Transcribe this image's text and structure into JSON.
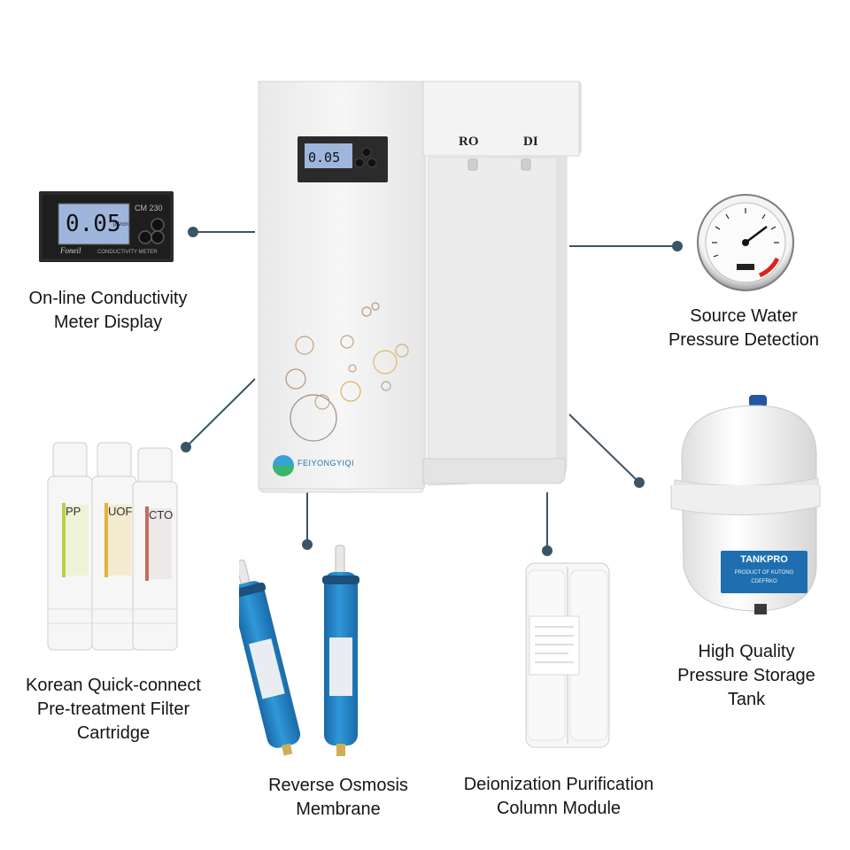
{
  "colors": {
    "connector": "#3b5566",
    "lcd_screen": "#9fb6dc",
    "meter_body": "#2a2a2a",
    "membrane_blue": "#1f7fc0",
    "tank_badge": "#1f6fb0",
    "machine_body": "#f1f1f1"
  },
  "main_unit": {
    "outlet_ro": "RO",
    "outlet_di": "DI",
    "display_value": "0.05",
    "brand_text": "FEIYONGYIQI"
  },
  "meter_closeup": {
    "reading": "0.05",
    "model": "CM 230",
    "unit": "µS/cm",
    "brand": "Foneil",
    "footer": "CONDUCTIVITY METER"
  },
  "filters": {
    "labels": [
      "PP",
      "UOF",
      "CTO"
    ]
  },
  "tank": {
    "badge": "TANKPRO",
    "sub1": "PRODUCT OF KUTONG",
    "sub2": "CDEFRKO"
  },
  "icons": [
    "conductivity-meter-icon",
    "pressure-gauge-icon",
    "filter-cartridges-icon",
    "ro-membrane-icon",
    "deionization-column-icon",
    "pressure-tank-icon"
  ],
  "captions": {
    "meter": {
      "line1": "On-line Conductivity",
      "line2": "Meter Display"
    },
    "gauge": {
      "line1": "Source Water",
      "line2": "Pressure Detection"
    },
    "tank": {
      "line1": "High Quality",
      "line2": "Pressure Storage",
      "line3": "Tank"
    },
    "filters": {
      "line1": "Korean Quick-connect",
      "line2": "Pre-treatment Filter",
      "line3": "Cartridge"
    },
    "membrane": {
      "line1": "Reverse Osmosis",
      "line2": "Membrane"
    },
    "column": {
      "line1": "Deionization Purification",
      "line2": "Column Module"
    }
  }
}
